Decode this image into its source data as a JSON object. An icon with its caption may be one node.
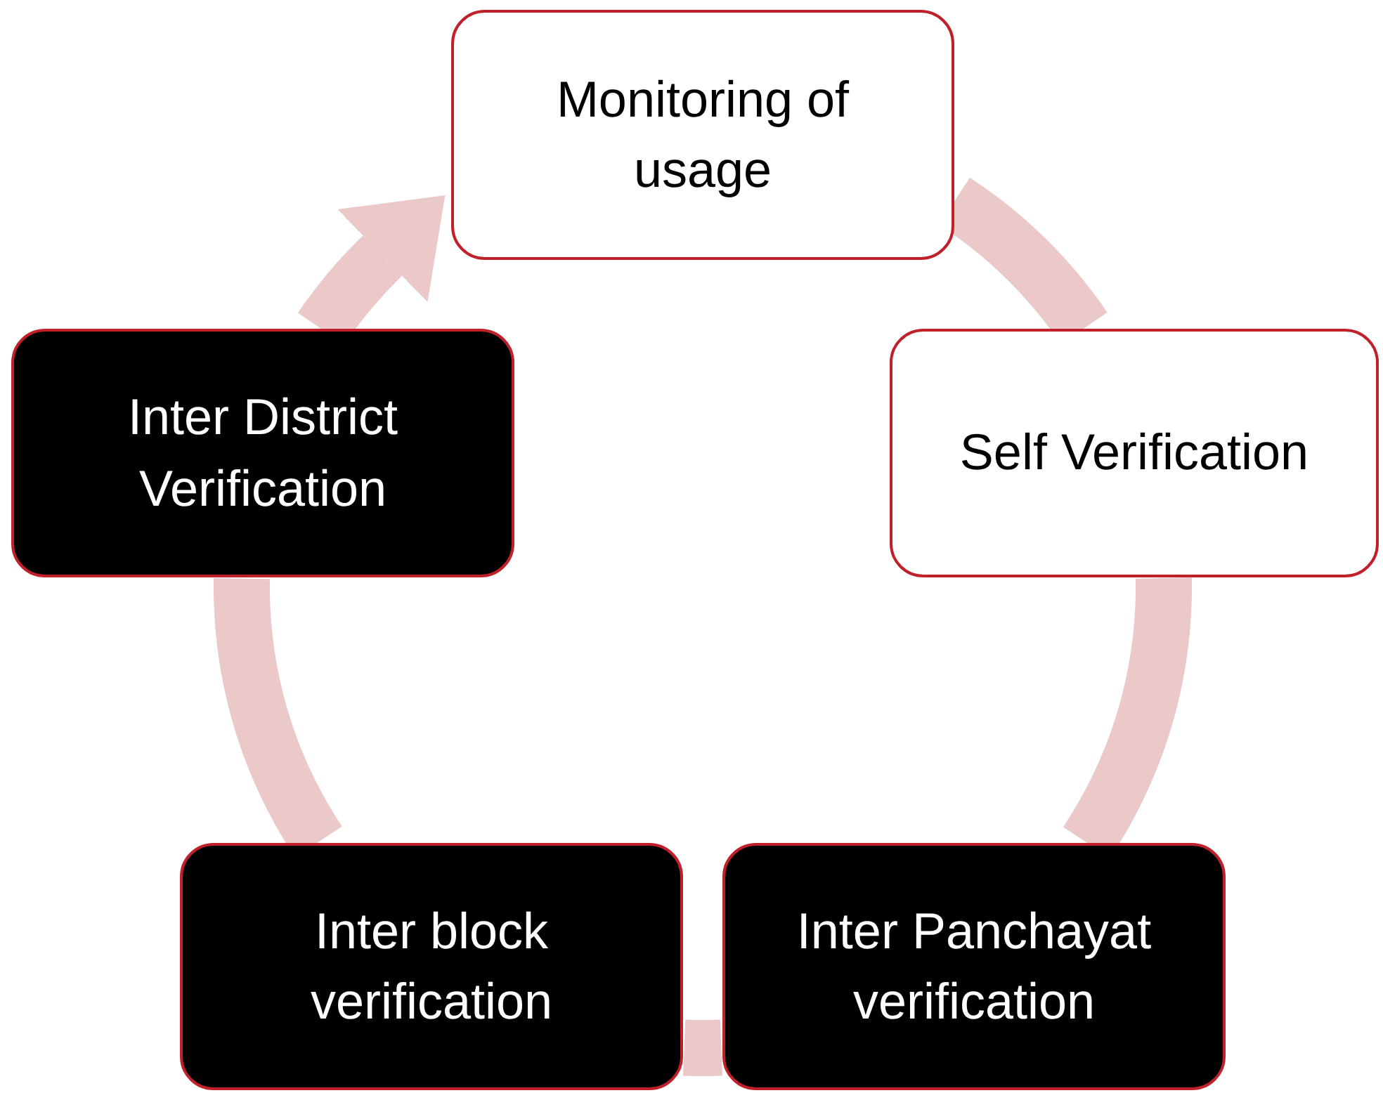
{
  "diagram": {
    "nodes": [
      {
        "text": [
          "Monitoring of usage"
        ]
      },
      {
        "text": [
          "Self Verification"
        ]
      },
      {
        "text": [
          "Inter Panchayat verification"
        ]
      },
      {
        "text": [
          "Inter block verification"
        ]
      },
      {
        "text": [
          "Inter District Verification"
        ]
      }
    ],
    "edges": [
      {
        "from": 0,
        "to": 1,
        "arrow": "none"
      },
      {
        "from": 1,
        "to": 2,
        "arrow": "none"
      },
      {
        "from": 2,
        "to": 3,
        "arrow": "none"
      },
      {
        "from": 3,
        "to": 4,
        "arrow": "none"
      },
      {
        "from": 4,
        "to": 0,
        "arrow": "to"
      }
    ]
  }
}
